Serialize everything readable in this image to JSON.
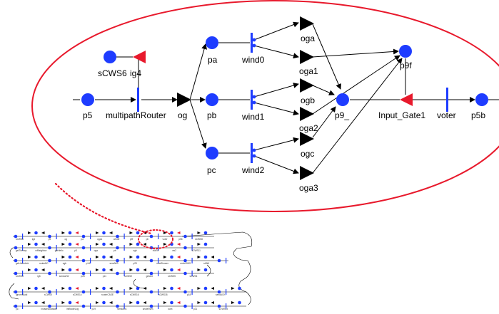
{
  "colors": {
    "place": "#1e3cff",
    "transition": "#1e3cff",
    "immediate": "#000000",
    "input_gate": "#e8192c",
    "zoom_outline": "#e8192c",
    "arc": "#000000"
  },
  "main": {
    "places": [
      {
        "id": "sCWS6",
        "label": "sCWS6"
      },
      {
        "id": "p5",
        "label": "p5"
      },
      {
        "id": "pa",
        "label": "pa"
      },
      {
        "id": "pb",
        "label": "pb"
      },
      {
        "id": "pc",
        "label": "pc"
      },
      {
        "id": "p9_",
        "label": "p9_"
      },
      {
        "id": "p9f",
        "label": "p9f"
      },
      {
        "id": "p5b",
        "label": "p5b"
      }
    ],
    "immediate_activities": [
      {
        "id": "og",
        "label": "og"
      },
      {
        "id": "oga",
        "label": "oga"
      },
      {
        "id": "oga1",
        "label": "oga1"
      },
      {
        "id": "ogb",
        "label": "ogb"
      },
      {
        "id": "oga2",
        "label": "oga2"
      },
      {
        "id": "ogc",
        "label": "ogc"
      },
      {
        "id": "oga3",
        "label": "oga3"
      }
    ],
    "timed_activities": [
      {
        "id": "multipathRouter",
        "label": "multipathRouter"
      },
      {
        "id": "wind0",
        "label": "wind0"
      },
      {
        "id": "wind1",
        "label": "wind1"
      },
      {
        "id": "wind2",
        "label": "wind2"
      },
      {
        "id": "voter",
        "label": "voter"
      }
    ],
    "input_gates": [
      {
        "id": "ig4",
        "label": "ig4"
      },
      {
        "id": "Input_Gate1",
        "label": "Input_Gate1"
      }
    ]
  },
  "overview": {
    "row_labels": [
      [
        "sCWS6",
        "ig4",
        "p5",
        "og",
        "pa",
        "oga1",
        "wind0",
        "p9f",
        "pb",
        "voter",
        "p5b",
        "sCWS8"
      ],
      [
        "getThemrp",
        "wfNeighbor",
        "getHello",
        "p3",
        "oga",
        "pb",
        "ogb",
        "sWS9",
        "ws2",
        "sCWS11"
      ],
      [
        "getUsherAck",
        "routerBC",
        "ogb",
        "p14",
        "sendWS",
        "p29",
        "newShower",
        "uncleSWS",
        "sAN6"
      ],
      [
        "sCWS3",
        "ig5",
        "sendoeW",
        "p28",
        "p11",
        "sCWS2",
        "getAnt",
        "sCWS5",
        "sCWS4"
      ],
      [
        "ignoredAdd",
        "sCWS5",
        "sCWS14",
        "routerCASE",
        "sCWS16",
        "sCWS18",
        "p18",
        "sendACK"
      ],
      [
        "p17",
        "invadeAutostart",
        "initNodeLog",
        "p19",
        "sendACK",
        "uncleSWS",
        "sum",
        "p21",
        "sCWS13"
      ]
    ]
  }
}
